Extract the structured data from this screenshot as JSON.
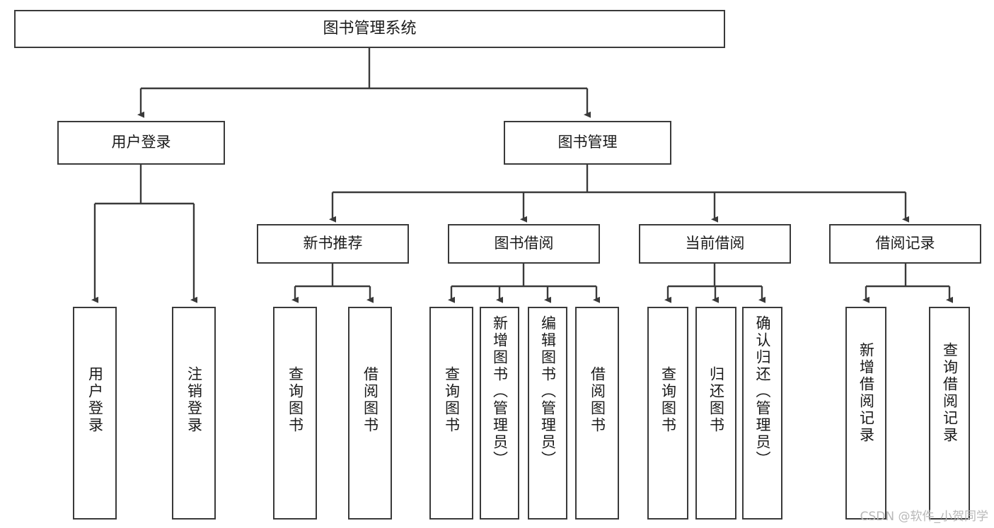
{
  "diagram": {
    "title": "图书管理系统",
    "type": "功能结构图",
    "stroke_color": "#3a3a3a",
    "text_color": "#1a1a1a",
    "background_color": "#ffffff"
  },
  "nodes": {
    "root": {
      "label": "图书管理系统"
    },
    "level1": [
      {
        "label": "用户登录"
      },
      {
        "label": "图书管理"
      }
    ],
    "level2": [
      {
        "label": "新书推荐"
      },
      {
        "label": "图书借阅"
      },
      {
        "label": "当前借阅"
      },
      {
        "label": "借阅记录"
      }
    ],
    "leaves_user_login": [
      {
        "label": "用户登录"
      },
      {
        "label": "注销登录"
      }
    ],
    "leaves_new_book": [
      {
        "label": "查询图书"
      },
      {
        "label": "借阅图书"
      }
    ],
    "leaves_borrow": [
      {
        "label": "查询图书"
      },
      {
        "label": "新增图书（管理员）"
      },
      {
        "label": "编辑图书（管理员）"
      },
      {
        "label": "借阅图书"
      }
    ],
    "leaves_current": [
      {
        "label": "查询图书"
      },
      {
        "label": "归还图书"
      },
      {
        "label": "确认归还（管理员）"
      }
    ],
    "leaves_records": [
      {
        "label": "新增借阅记录"
      },
      {
        "label": "查询借阅记录"
      }
    ]
  },
  "watermark": {
    "text": "CSDN @软件_小贺同学"
  }
}
